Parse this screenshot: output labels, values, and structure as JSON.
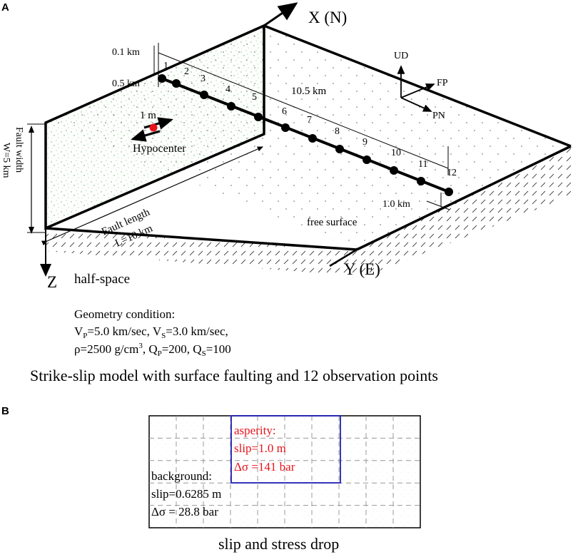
{
  "panel_a": {
    "letter": "A",
    "axes": {
      "x": "X (N)",
      "y": "Y (E)",
      "z": "Z"
    },
    "labels": {
      "half_space": "half-space",
      "free_surface": "free surface",
      "hypocenter": "Hypocenter",
      "slip": "1 m",
      "fault_width": "Fault width",
      "fault_width_value": "W=5 km",
      "fault_length": "Fault length",
      "fault_length_value": "L=10 km",
      "dist_01": "0.1 km",
      "dist_05": "0.5 km",
      "dist_105": "10.5 km",
      "dist_10": "1.0 km"
    },
    "components": {
      "ud": "UD",
      "fp": "FP",
      "pn": "PN"
    },
    "station_labels": [
      "1",
      "2",
      "3",
      "4",
      "5",
      "6",
      "7",
      "8",
      "9",
      "10",
      "11",
      "12"
    ],
    "geometry_title": "Geometry condition:",
    "geometry_line1": "V",
    "geometry_line1_sub1": "P",
    "geometry_line1_mid": "=5.0 km/sec, V",
    "geometry_line1_sub2": "S",
    "geometry_line1_end": "=3.0 km/sec,",
    "geometry_line2_a": "ρ=2500 g/cm",
    "geometry_line2_sup": "3",
    "geometry_line2_b": ", Q",
    "geometry_line2_sub1": "P",
    "geometry_line2_c": "=200, Q",
    "geometry_line2_sub2": "S",
    "geometry_line2_d": "=100",
    "caption": "Strike-slip model with surface faulting and 12 observation points"
  },
  "panel_b": {
    "letter": "B",
    "asperity_title": "asperity:",
    "asperity_slip": "slip=1.0 m",
    "asperity_stress": "Δσ =141 bar",
    "background_title": "background:",
    "background_slip": "slip=0.6285 m",
    "background_stress": "Δσ = 28.8 bar",
    "caption": "slip and stress drop"
  },
  "colors": {
    "asperity_text": "#e8141b",
    "asperity_box": "#1f1fb4",
    "hypocenter": "#e8141b",
    "fault_speckle": "#7fc97f"
  }
}
